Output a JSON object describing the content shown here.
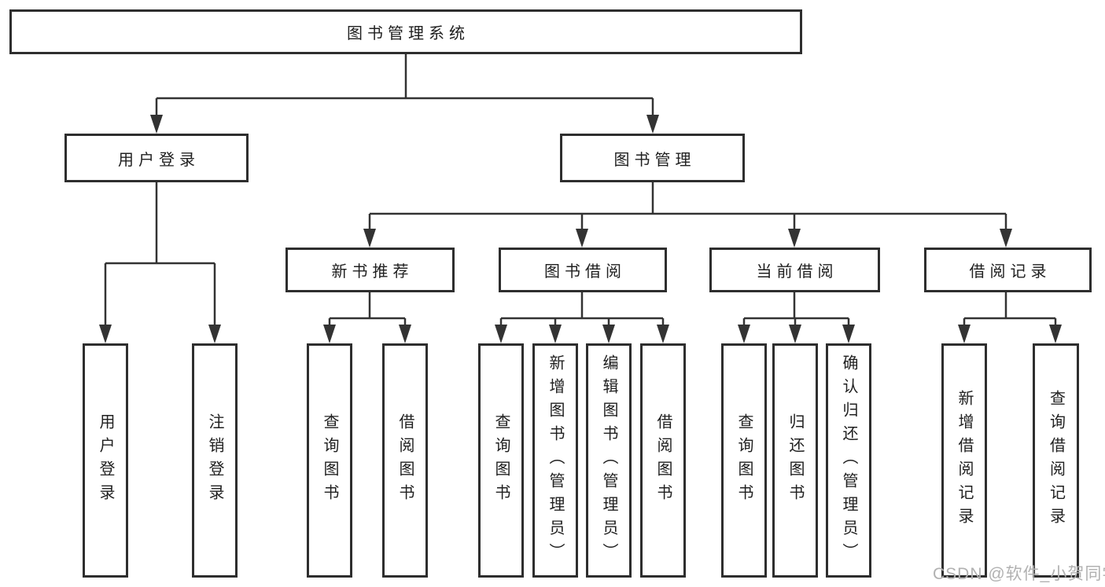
{
  "tree": {
    "root": {
      "label": "图书管理系统"
    },
    "children": [
      {
        "label": "用户登录",
        "children": [
          {
            "label": "用户登录"
          },
          {
            "label": "注销登录"
          }
        ]
      },
      {
        "label": "图书管理",
        "children": [
          {
            "label": "新书推荐",
            "children": [
              {
                "label": "查询图书"
              },
              {
                "label": "借阅图书"
              }
            ]
          },
          {
            "label": "图书借阅",
            "children": [
              {
                "label": "查询图书"
              },
              {
                "label": "新增图书（管理员）"
              },
              {
                "label": "编辑图书（管理员）"
              },
              {
                "label": "借阅图书"
              }
            ]
          },
          {
            "label": "当前借阅",
            "children": [
              {
                "label": "查询图书"
              },
              {
                "label": "归还图书"
              },
              {
                "label": "确认归还（管理员）"
              }
            ]
          },
          {
            "label": "借阅记录",
            "children": [
              {
                "label": "新增借阅记录"
              },
              {
                "label": "查询借阅记录"
              }
            ]
          }
        ]
      }
    ]
  },
  "watermark": {
    "text": "CSDN @软件_小贺同学"
  },
  "colors": {
    "line": "#333333",
    "box_border": "#2e2e2e",
    "text": "#202020",
    "background": "#ffffff",
    "watermark": "#b1b1b1"
  }
}
